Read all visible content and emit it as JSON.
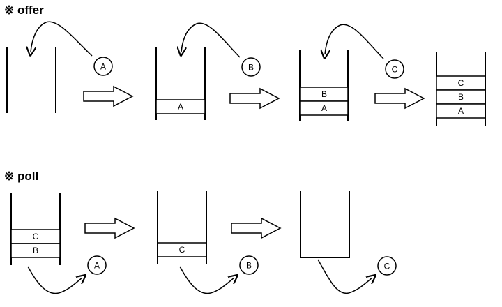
{
  "offer": {
    "title": "※ offer",
    "bubbles": [
      "A",
      "B",
      "C"
    ],
    "stacks": [
      {
        "items": []
      },
      {
        "items": [
          "A"
        ]
      },
      {
        "items": [
          "A",
          "B"
        ]
      },
      {
        "items": [
          "A",
          "B",
          "C"
        ]
      }
    ]
  },
  "poll": {
    "title": "※ poll",
    "bubbles": [
      "A",
      "B",
      "C"
    ],
    "stacks": [
      {
        "items": [
          "B",
          "C"
        ]
      },
      {
        "items": [
          "C"
        ]
      },
      {
        "items": []
      }
    ]
  }
}
